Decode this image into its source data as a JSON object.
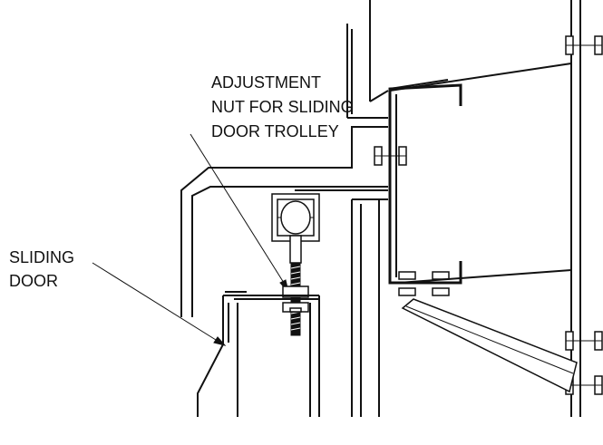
{
  "labels": {
    "adjustment_line1": "ADJUSTMENT",
    "adjustment_line2": "NUT FOR SLIDING",
    "adjustment_line3": "DOOR TROLLEY",
    "door_line1": "SLIDING",
    "door_line2": "DOOR"
  },
  "colors": {
    "line": "#111111",
    "background": "#ffffff"
  }
}
